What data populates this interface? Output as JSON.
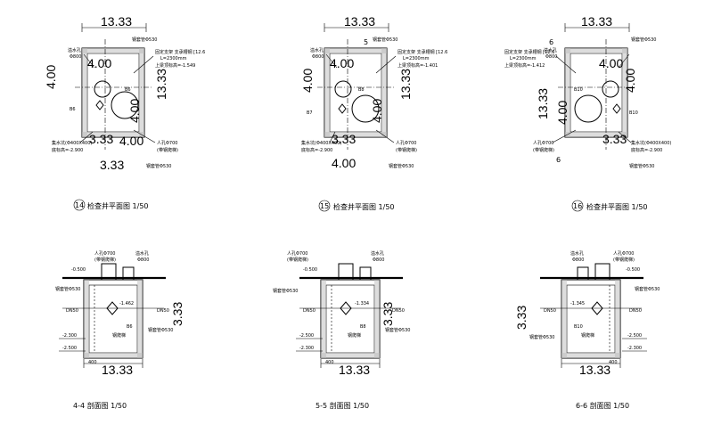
{
  "plans": [
    {
      "id": "p14",
      "caption_num": "14",
      "caption": "检查井平面图 1/50",
      "dims": [
        "13.33",
        "4.00",
        "4.00",
        "13.33",
        "4.00",
        "3.33",
        "4.00",
        "3.33"
      ],
      "labels": {
        "overflow_hole": "溢水孔",
        "overflow_size": "Φ800",
        "support": "固定支架 支承槽钢 [12.6",
        "length": "L=2300mm",
        "top_elev": "上梁顶标高=-1.549",
        "casing": "钢套管Φ530",
        "sump": "集水坑(Φ400X400)",
        "sump_elev": "底标高=-2.900",
        "manhole": "人孔Φ700",
        "ladder": "(带钢爬梯)",
        "casing2": "钢套管Φ530",
        "b_left": "B6",
        "b_center": "B6"
      }
    },
    {
      "id": "p15",
      "caption_num": "15",
      "caption": "检查井平面图 1/50",
      "dims": [
        "13.33",
        "4.00",
        "4.00",
        "13.33",
        "3.33",
        "4.00",
        "4.00",
        "5"
      ],
      "labels": {
        "overflow_hole": "溢水孔",
        "overflow_size": "Φ800",
        "support": "固定支架 支承槽钢 [12.6",
        "length": "L=2300mm",
        "top_elev": "上梁顶标高=-1.401",
        "casing": "钢套管Φ530",
        "sump": "集水坑(Φ400X400)",
        "sump_elev": "底标高=-2.900",
        "manhole": "人孔Φ700",
        "ladder": "(带钢爬梯)",
        "casing2": "钢套管Φ530",
        "b_left": "B7",
        "b_center": "B8"
      }
    },
    {
      "id": "p16",
      "caption_num": "16",
      "caption": "检查井平面图 1/50",
      "dims": [
        "13.33",
        "4.00",
        "4.00",
        "13.33",
        "4.00",
        "3.33",
        "6",
        "6"
      ],
      "labels": {
        "overflow_hole": "溢水孔",
        "overflow_size": "Φ800",
        "support": "固定支架 支承槽钢 [12.6",
        "length": "L=2300mm",
        "top_elev": "上梁顶标高=-1.412",
        "casing": "钢套管Φ530",
        "sump": "集水坑(Φ400X400)",
        "sump_elev": "底标高=-2.900",
        "manhole": "人孔Φ700",
        "ladder": "(带钢爬梯)",
        "casing2": "钢套管Φ530",
        "b_left": "B10",
        "b_center": "B10"
      }
    }
  ],
  "sections": [
    {
      "id": "s44",
      "caption": "4-4 剖面图 1/50",
      "dims": [
        "13.33",
        "3.33"
      ],
      "labels": {
        "manhole": "人孔Φ700",
        "ladder": "(带钢爬梯)",
        "overflow_hole": "溢水孔",
        "overflow_size": "Φ800",
        "top_elev": "-0.500",
        "casing": "钢套管Φ530",
        "pipe_left": "DN50",
        "pipe_right": "DN50",
        "mid_elev": "-1.462",
        "b": "B6",
        "ladder2": "钢爬梯",
        "casing2": "钢套管Φ530",
        "elev1": "-2.300",
        "elev2": "-2.500",
        "w": "400"
      }
    },
    {
      "id": "s55",
      "caption": "5-5 剖面图 1/50",
      "dims": [
        "13.33",
        "3.33"
      ],
      "labels": {
        "manhole": "人孔Φ700",
        "ladder": "(带钢爬梯)",
        "overflow_hole": "溢水孔",
        "overflow_size": "Φ800",
        "top_elev": "-0.500",
        "casing": "钢套管Φ530",
        "pipe_left": "DN50",
        "pipe_right": "DN50",
        "mid_elev": "-1.334",
        "b": "B8",
        "ladder2": "钢爬梯",
        "casing2": "钢套管Φ530",
        "elev1": "-2.500",
        "elev2": "-2.300",
        "w": "400"
      }
    },
    {
      "id": "s66",
      "caption": "6-6 剖面图 1/50",
      "dims": [
        "13.33",
        "3.33"
      ],
      "labels": {
        "manhole": "人孔Φ700",
        "ladder": "(带钢爬梯)",
        "overflow_hole": "溢水孔",
        "overflow_size": "Φ800",
        "top_elev": "-0.500",
        "casing": "钢套管Φ530",
        "pipe_left": "DN50",
        "pipe_right": "DN50",
        "mid_elev": "-1.345",
        "b": "B10",
        "ladder2": "钢爬梯",
        "casing2": "钢套管Φ530",
        "elev1": "-2.500",
        "elev2": "-2.300",
        "w": "400"
      }
    }
  ]
}
